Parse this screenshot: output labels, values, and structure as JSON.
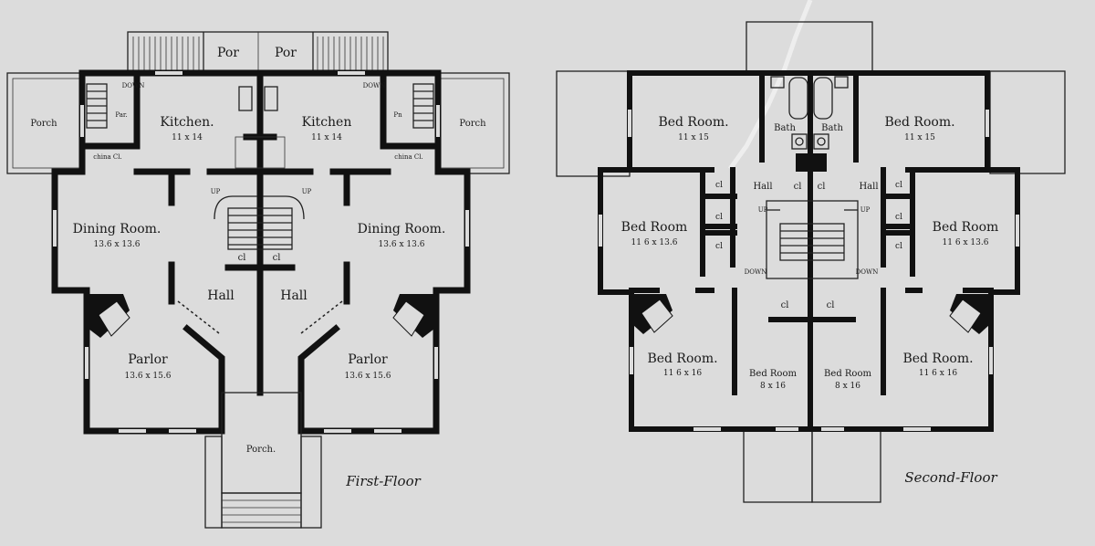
{
  "first_floor": {
    "caption": "First-Floor",
    "rooms": {
      "porch_top_left": "Por",
      "porch_top_right": "Por",
      "porch_left": "Porch",
      "porch_right": "Porch",
      "kitchen_left": "Kitchen.",
      "kitchen_left_dim": "11 x 14",
      "kitchen_right": "Kitchen",
      "kitchen_right_dim": "11 x 14",
      "pantry_left": "Par.",
      "pantry_right": "Pn",
      "china_left": "china Cl.",
      "china_right": "china Cl.",
      "dining_left": "Dining Room.",
      "dining_left_dim": "13.6 x 13.6",
      "dining_right": "Dining Room.",
      "dining_right_dim": "13.6 x 13.6",
      "hall_left": "Hall",
      "hall_right": "Hall",
      "cl_left": "cl",
      "cl_right": "cl",
      "parlor_left": "Parlor",
      "parlor_left_dim": "13.6 x 15.6",
      "parlor_right": "Parlor",
      "parlor_right_dim": "13.6 x 15.6",
      "porch_front": "Porch.",
      "up_left": "UP",
      "up_right": "UP",
      "down_left": "DOWN",
      "down_right": "DOWN"
    }
  },
  "second_floor": {
    "caption": "Second-Floor",
    "rooms": {
      "bed_tl": "Bed Room.",
      "bed_tl_dim": "11 x 15",
      "bed_tr": "Bed Room.",
      "bed_tr_dim": "11 x 15",
      "bath_left": "Bath",
      "bath_right": "Bath",
      "hall_left": "Hall",
      "hall_right": "Hall",
      "cl_hall_left": "cl",
      "cl_hall_right": "cl",
      "bed_ml": "Bed Room",
      "bed_ml_dim": "11 6 x 13.6",
      "bed_mr": "Bed Room",
      "bed_mr_dim": "11 6 x 13.6",
      "cl_l1": "cl",
      "cl_l2": "cl",
      "cl_l3": "cl",
      "cl_r1": "cl",
      "cl_r2": "cl",
      "cl_r3": "cl",
      "cl_bottom_left": "cl",
      "cl_bottom_right": "cl",
      "bed_bl": "Bed Room.",
      "bed_bl_dim": "11 6 x 16",
      "bed_bml": "Bed Room",
      "bed_bml_dim": "8 x 16",
      "bed_bmr": "Bed Room",
      "bed_bmr_dim": "8 x 16",
      "bed_br": "Bed Room.",
      "bed_br_dim": "11 6 x 16",
      "up_left": "UP",
      "up_right": "UP",
      "down_left": "DOWN",
      "down_right": "DOWN"
    }
  }
}
